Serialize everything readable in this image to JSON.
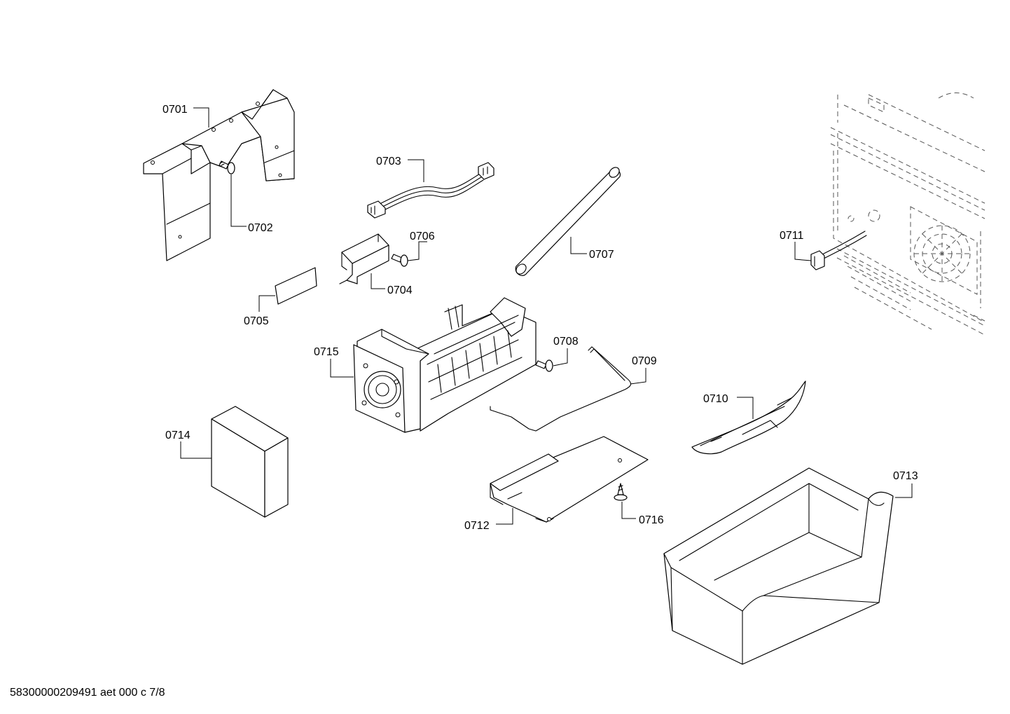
{
  "footer": {
    "document_code": "58300000209491 aet 000 c 7/8"
  },
  "parts": [
    {
      "id": "0701"
    },
    {
      "id": "0702"
    },
    {
      "id": "0703"
    },
    {
      "id": "0704"
    },
    {
      "id": "0705"
    },
    {
      "id": "0706"
    },
    {
      "id": "0707"
    },
    {
      "id": "0708"
    },
    {
      "id": "0709"
    },
    {
      "id": "0710"
    },
    {
      "id": "0711"
    },
    {
      "id": "0712"
    },
    {
      "id": "0713"
    },
    {
      "id": "0714"
    },
    {
      "id": "0715"
    },
    {
      "id": "0716"
    }
  ]
}
